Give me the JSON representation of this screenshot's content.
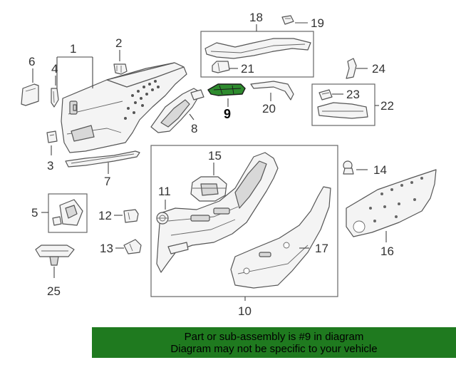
{
  "banner": {
    "line1": "Part or sub-assembly is #9 in diagram",
    "line2": "Diagram may not be specific to your vehicle",
    "color": "#1f7a1f"
  },
  "highlight_color": "#2e8b2e",
  "callouts": {
    "c1": "1",
    "c2": "2",
    "c3": "3",
    "c4": "4",
    "c5": "5",
    "c6": "6",
    "c7": "7",
    "c8": "8",
    "c9": "9",
    "c10": "10",
    "c11": "11",
    "c12": "12",
    "c13": "13",
    "c14": "14",
    "c15": "15",
    "c16": "16",
    "c17": "17",
    "c18": "18",
    "c19": "19",
    "c20": "20",
    "c21": "21",
    "c22": "22",
    "c23": "23",
    "c24": "24",
    "c25": "25"
  }
}
